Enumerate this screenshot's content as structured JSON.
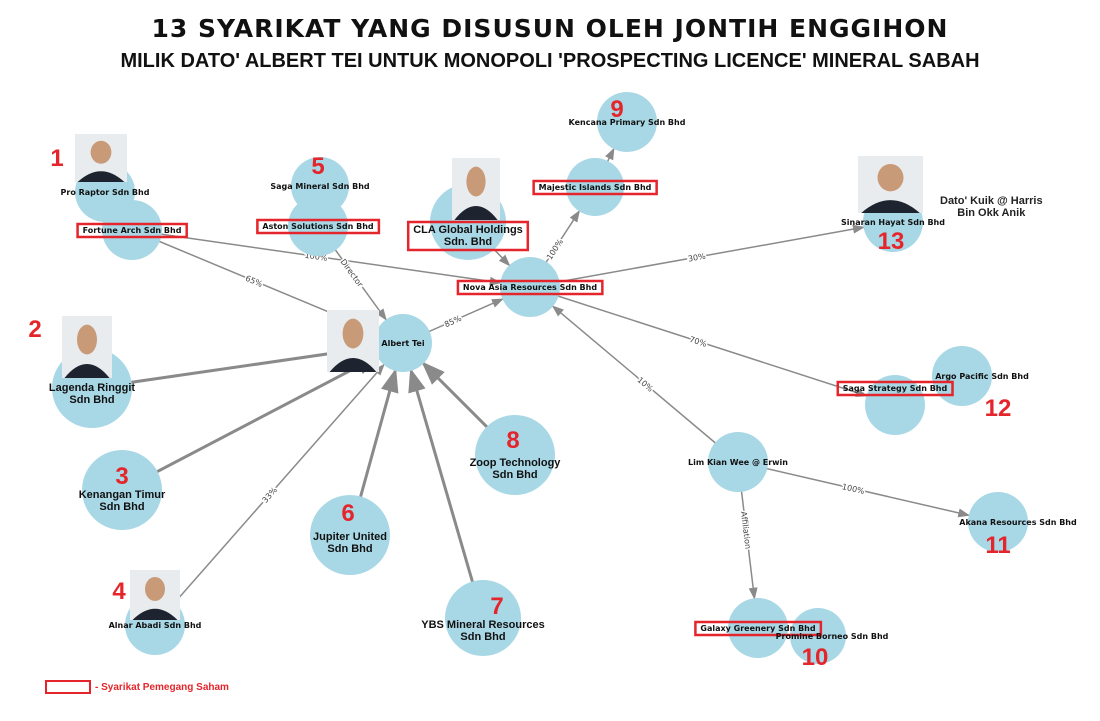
{
  "title": "13 SYARIKAT YANG DISUSUN OLEH JONTIH ENGGIHON",
  "subtitle": "MILIK DATO' ALBERT TEI UNTUK MONOPOLI 'PROSPECTING LICENCE' MINERAL SABAH",
  "annotation": {
    "line1": "Dato' Kuik @ Harris",
    "line2": "Bin Okk Anik"
  },
  "legend": {
    "label": "- Syarikat Pemegang Saham"
  },
  "colors": {
    "node": "#a8d8e6",
    "highlight": "#e4252b",
    "edge": "#8a8a8a"
  },
  "nodes": [
    {
      "id": "proraptor",
      "label": "Pro Raptor Sdn Bhd",
      "number": "1"
    },
    {
      "id": "fortune",
      "label": "Fortune Arch Sdn Bhd",
      "boxed": true
    },
    {
      "id": "sagamin",
      "label": "Saga Mineral Sdn Bhd",
      "number": "5"
    },
    {
      "id": "aston",
      "label": "Aston Solutions Sdn Bhd",
      "boxed": true
    },
    {
      "id": "cla",
      "label": "CLA Global Holdings",
      "label2": "Sdn. Bhd",
      "boxed": true
    },
    {
      "id": "kencana",
      "label": "Kencana Primary Sdn Bhd",
      "number": "9"
    },
    {
      "id": "majestic",
      "label": "Majestic Islands Sdn Bhd",
      "boxed": true
    },
    {
      "id": "nova",
      "label": "Nova Asia Resources Sdn Bhd",
      "boxed": true
    },
    {
      "id": "albert",
      "label": "Albert Tei"
    },
    {
      "id": "lagenda",
      "label": "Lagenda Ringgit",
      "label2": "Sdn Bhd",
      "number": "2"
    },
    {
      "id": "kenangan",
      "label": "Kenangan Timur",
      "label2": "Sdn Bhd",
      "number": "3"
    },
    {
      "id": "alnar",
      "label": "Alnar Abadi Sdn Bhd",
      "number": "4"
    },
    {
      "id": "jupiter",
      "label": "Jupiter United",
      "label2": "Sdn Bhd",
      "number": "6"
    },
    {
      "id": "ybs",
      "label": "YBS Mineral Resources",
      "label2": "Sdn Bhd",
      "number": "7"
    },
    {
      "id": "zoop",
      "label": "Zoop Technology",
      "label2": "Sdn Bhd",
      "number": "8"
    },
    {
      "id": "sinaran",
      "label": "Sinaran Hayat Sdn Bhd",
      "number": "13"
    },
    {
      "id": "argo",
      "label": "Argo Pacific Sdn Bhd"
    },
    {
      "id": "sagastrat",
      "label": "Saga Strategy Sdn Bhd",
      "boxed": true,
      "number": "12"
    },
    {
      "id": "lim",
      "label": "Lim Kian Wee @ Erwin"
    },
    {
      "id": "akana",
      "label": "Akana Resources Sdn Bhd",
      "number": "11"
    },
    {
      "id": "galaxy",
      "label": "Galaxy Greenery Sdn Bhd",
      "boxed": true
    },
    {
      "id": "promine",
      "label": "Promine Borneo Sdn Bhd",
      "number": "10"
    }
  ],
  "edges": [
    {
      "from": "fortune",
      "to": "albert",
      "label": "65%"
    },
    {
      "from": "fortune",
      "to": "nova",
      "label": "100%"
    },
    {
      "from": "aston",
      "to": "albert",
      "label": "Director"
    },
    {
      "from": "albert",
      "to": "nova",
      "label": "85%"
    },
    {
      "from": "nova",
      "to": "majestic",
      "label": "100%"
    },
    {
      "from": "majestic",
      "to": "kencana",
      "label": ""
    },
    {
      "from": "cla",
      "to": "nova",
      "label": ""
    },
    {
      "from": "nova",
      "to": "sinaran",
      "label": "30%"
    },
    {
      "from": "nova",
      "to": "sagastrat",
      "label": "70%"
    },
    {
      "from": "lim",
      "to": "nova",
      "label": "10%"
    },
    {
      "from": "lim",
      "to": "akana",
      "label": "100%"
    },
    {
      "from": "lim",
      "to": "galaxy",
      "label": "Affiliation"
    },
    {
      "from": "lagenda",
      "to": "albert",
      "label": ""
    },
    {
      "from": "kenangan",
      "to": "albert",
      "label": ""
    },
    {
      "from": "alnar",
      "to": "albert",
      "label": "33%"
    },
    {
      "from": "jupiter",
      "to": "albert",
      "label": ""
    },
    {
      "from": "ybs",
      "to": "albert",
      "label": ""
    },
    {
      "from": "zoop",
      "to": "albert",
      "label": ""
    }
  ]
}
